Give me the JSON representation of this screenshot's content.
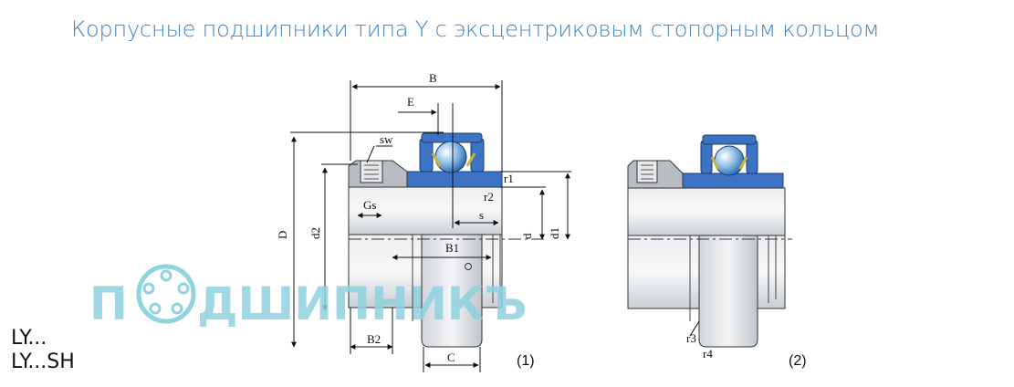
{
  "title": "Корпусные подшипники типа Y с эксцентриковым стопорным кольцом",
  "series_labels": [
    "LY...",
    "LY...SH"
  ],
  "figure_labels": [
    "(1)",
    "(2)"
  ],
  "dimension_labels": {
    "B": "B",
    "E": "E",
    "sw": "sw",
    "Gs": "Gs",
    "D": "D",
    "d2": "d2",
    "d": "d",
    "d1": "d1",
    "r1": "r1",
    "r2": "r2",
    "s": "s",
    "B1": "B1",
    "B2": "B2",
    "C": "C",
    "r3": "r3",
    "r4": "r4"
  },
  "watermark": "ПОДШИПНИКЪ",
  "colors": {
    "title": "#3a86c8",
    "seal_blue": "#3d73c4",
    "steel": "#d9dde2",
    "watermark": "#8fd2e0"
  }
}
